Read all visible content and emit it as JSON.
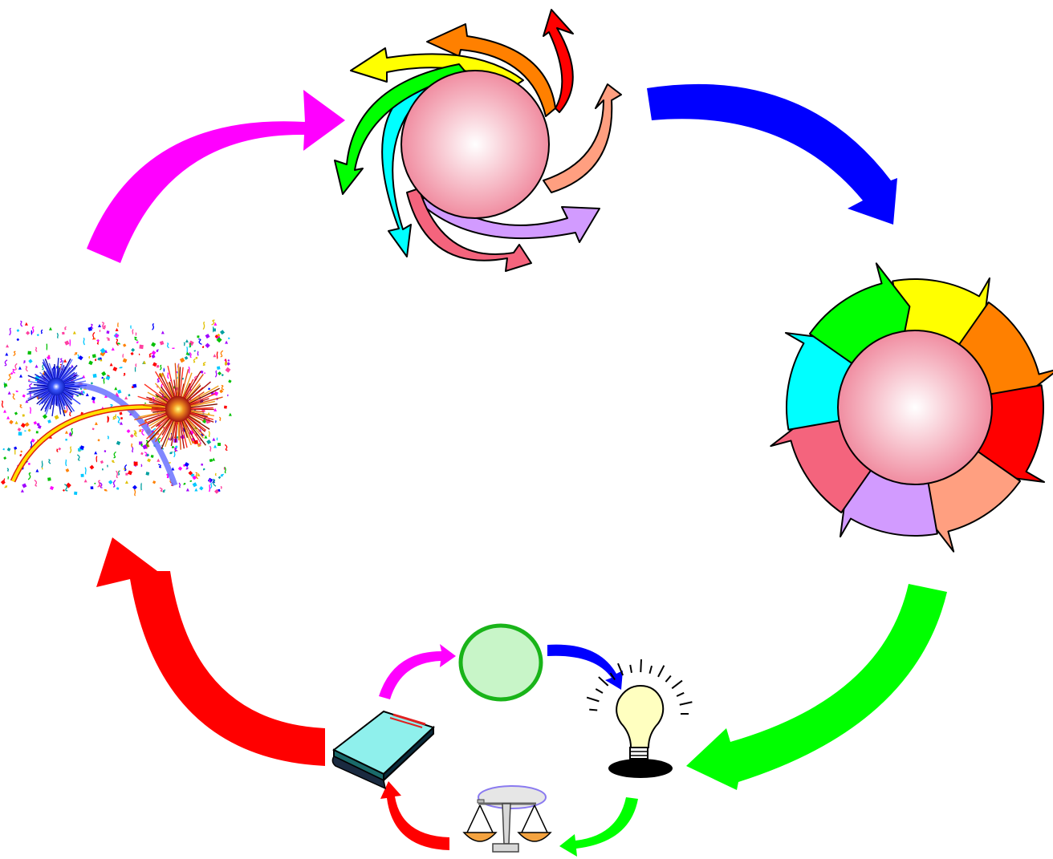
{
  "diagram": {
    "kind": "cycle",
    "nodes": [
      {
        "id": "swirl",
        "icon": "swirl-arrows-icon"
      },
      {
        "id": "ring",
        "icon": "ring-arrows-icon"
      },
      {
        "id": "mini-cycle",
        "icon": "mini-cycle-icon",
        "children": [
          "green-circle-icon",
          "lightbulb-icon",
          "scales-icon",
          "book-icon"
        ]
      },
      {
        "id": "celebration",
        "icon": "fireworks-confetti-icon"
      }
    ],
    "connector_colors": {
      "swirl_to_ring": "#0000ff",
      "ring_to_mini_cycle": "#00ff00",
      "mini_cycle_to_celebration": "#ff0000",
      "celebration_to_swirl": "#ff00ff"
    },
    "segment_colors": [
      "#ffff00",
      "#ff8000",
      "#ff0000",
      "#ff9f80",
      "#d29bff",
      "#f4647d",
      "#00ffff",
      "#00ff00"
    ],
    "accent_colors": {
      "book_cover": "#8ff0ec",
      "green_circle_fill": "#c8f5c8",
      "green_circle_stroke": "#19b419",
      "bulb_glass": "#ffffc0",
      "scale_pans": "#f4a340"
    }
  }
}
